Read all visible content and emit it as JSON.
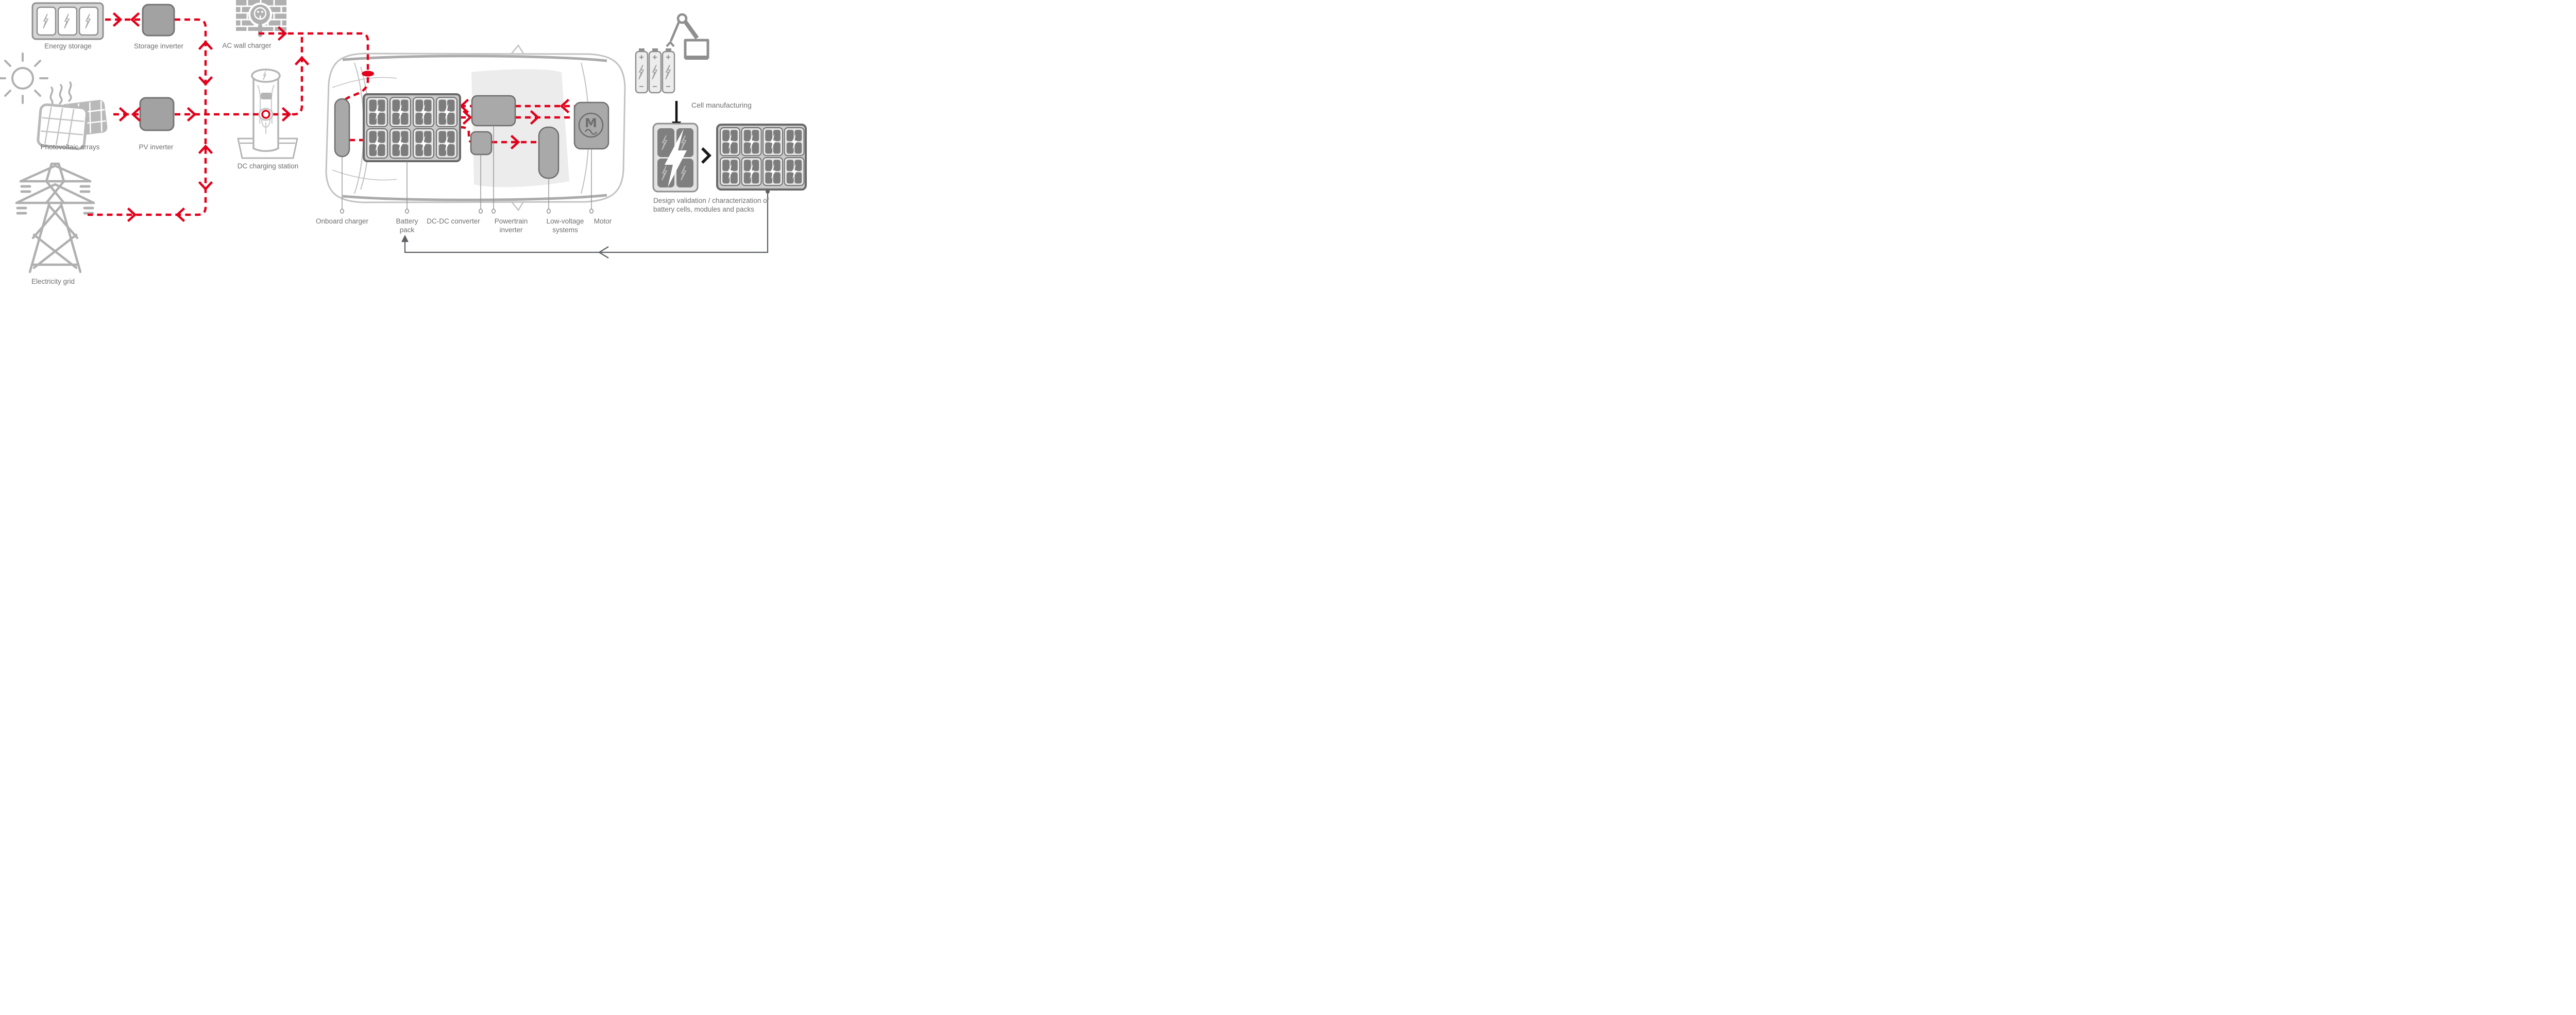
{
  "colors": {
    "flow_red": "#e2001a",
    "component_gray": "#a9a9a9",
    "component_border": "#6e6e6e",
    "icon_gray": "#b0b0b0",
    "label_gray": "#6f6f6f",
    "feedback_gray": "#5f6065",
    "cell_dark": "#7c7c7c"
  },
  "grid_side": {
    "energy_storage": "Energy storage",
    "storage_inverter": "Storage inverter",
    "photovoltaic_arrays": "Photovoltaic arrays",
    "pv_inverter": "PV inverter",
    "electricity_grid": "Electricity grid",
    "ac_wall_charger": "AC wall charger",
    "dc_charging_station": "DC charging station"
  },
  "vehicle": {
    "onboard_charger": "Onboard charger",
    "battery_pack": "Battery pack",
    "dc_dc_converter": "DC-DC converter",
    "powertrain_inverter": "Powertrain inverter",
    "low_voltage_systems": "Low-voltage systems",
    "motor": "Motor",
    "motor_symbol": "M"
  },
  "battery_lab": {
    "cell_manufacturing": "Cell manufacturing",
    "design_validation": "Design validation / characterization of battery cells, modules and packs"
  }
}
